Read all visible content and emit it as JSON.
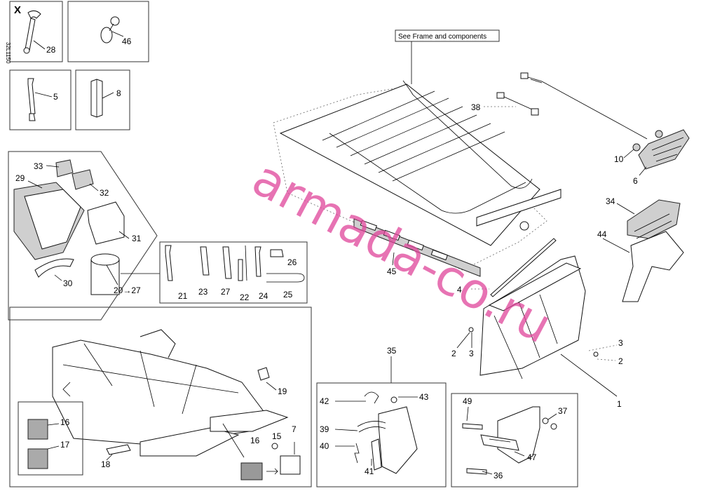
{
  "x_marker": "X",
  "drawing_code": "32L1150",
  "note_frame": "See Frame and components",
  "watermark": "armada-co.ru",
  "callouts": {
    "c28": "28",
    "c46": "46",
    "c5": "5",
    "c8": "8",
    "c38": "38",
    "c10": "10",
    "c6": "6",
    "c33": "33",
    "c29": "29",
    "c32": "32",
    "c31": "31",
    "c30": "30",
    "c20_27": "20→27",
    "c26": "26",
    "c21": "21",
    "c23": "23",
    "c27": "27",
    "c22": "22",
    "c24": "24",
    "c25": "25",
    "c45": "45",
    "c34": "34",
    "c44": "44",
    "c4": "4",
    "c2a": "2",
    "c3a": "3",
    "c3b": "3",
    "c2b": "2",
    "c1": "1",
    "c19": "19",
    "c16a": "16",
    "c17": "17",
    "c18": "18",
    "c16b": "16",
    "c15": "15",
    "c7": "7",
    "c35": "35",
    "c42": "42",
    "c43": "43",
    "c39": "39",
    "c40": "40",
    "c41": "41",
    "c49": "49",
    "c37": "37",
    "c47": "47",
    "c36": "36"
  }
}
